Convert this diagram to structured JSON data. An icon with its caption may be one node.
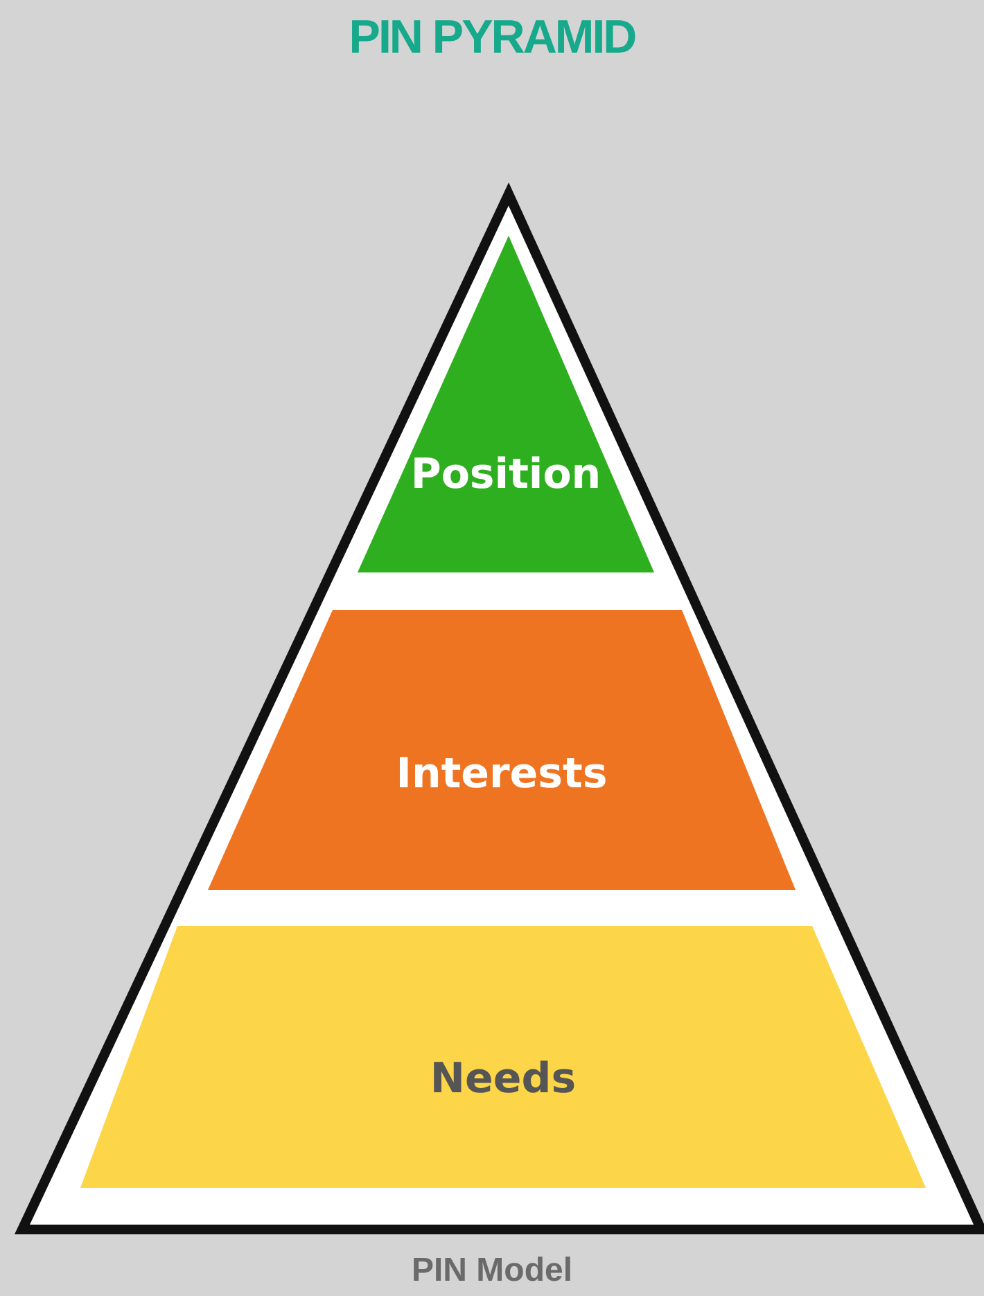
{
  "diagram": {
    "title": "PIN PYRAMID",
    "nodes": [
      {
        "text": [
          "Position"
        ]
      },
      {
        "text": [
          "Interests"
        ]
      },
      {
        "text": [
          "Needs"
        ]
      }
    ],
    "caption": "PIN Model"
  }
}
